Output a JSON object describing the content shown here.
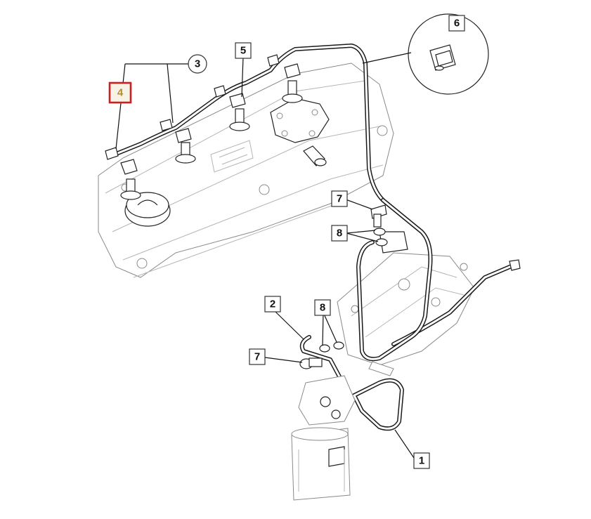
{
  "callouts": {
    "c1": "1",
    "c2": "2",
    "c3": "3",
    "c4": "4",
    "c5": "5",
    "c6": "6",
    "c7_upper": "7",
    "c7_lower": "7",
    "c8_upper": "8",
    "c8_lower": "8"
  },
  "highlighted_callout": "4",
  "colors": {
    "highlight_border": "#cc1f1f",
    "highlight_label": "#b98a2a",
    "line_art": "#1a1a1a"
  }
}
